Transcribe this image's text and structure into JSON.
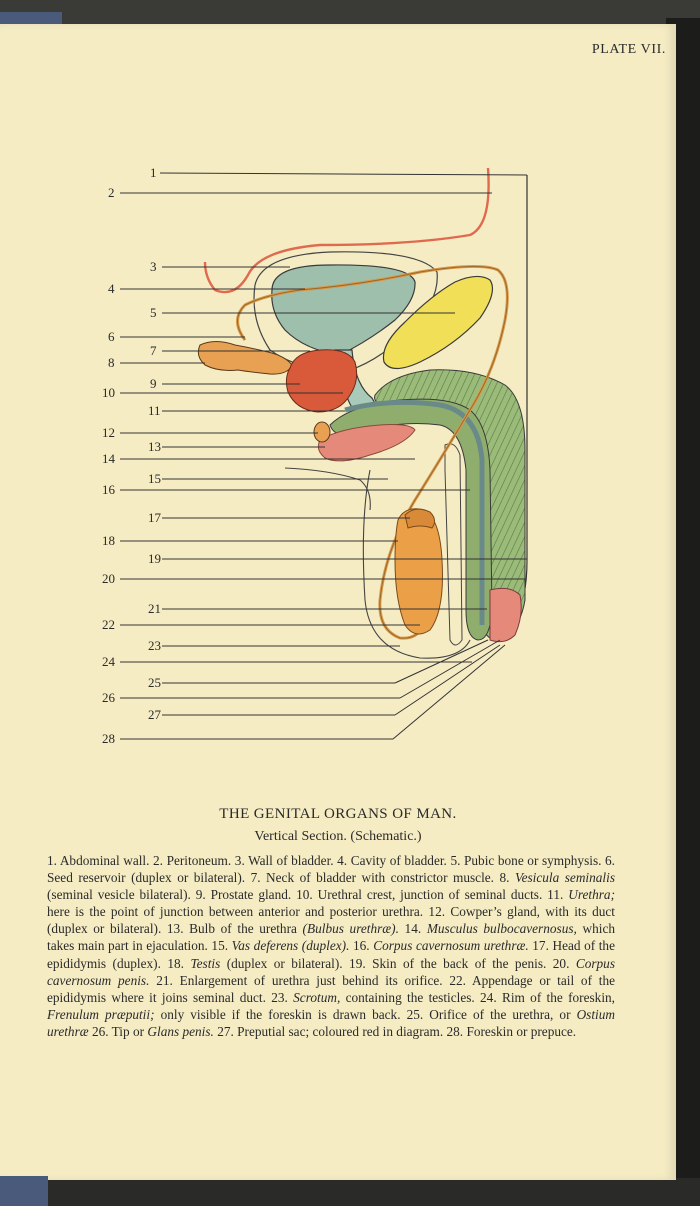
{
  "plate_label": "PLATE VII.",
  "figure": {
    "labels": [
      "1",
      "2",
      "3",
      "4",
      "5",
      "6",
      "7",
      "8",
      "9",
      "10",
      "11",
      "12",
      "13",
      "14",
      "15",
      "16",
      "17",
      "18",
      "19",
      "20",
      "21",
      "22",
      "23",
      "24",
      "25",
      "26",
      "27",
      "28"
    ],
    "colors": {
      "peritoneum": "#e06a4e",
      "bladder": "#9fbfad",
      "pubic_bone": "#f2df58",
      "seminal_vesicle": "#e8a052",
      "prostate": "#d85a3a",
      "vas_deferens": "#d9994a",
      "corpus_cavernosum": "#8fae6e",
      "urethra": "#a9c9b9",
      "testis": "#eba048",
      "prepuce": "#e58a7a"
    }
  },
  "title": "THE GENITAL ORGANS OF MAN.",
  "subtitle": "Vertical Section. (Schematic.)",
  "caption": [
    {
      "t": "1. Abdominal wall. 2. Peritoneum. 3. Wall of bladder. 4. Cavity of bladder. 5. Pubic bone or symphysis. 6. Seed reservoir (duplex or bilateral). 7. Neck of bladder with constrictor muscle. 8. "
    },
    {
      "t": "Vesicula seminalis",
      "i": true
    },
    {
      "t": " (seminal vesicle bilateral). 9. Prostate gland. 10. Urethral crest, junction of seminal ducts. 11. "
    },
    {
      "t": "Urethra;",
      "i": true
    },
    {
      "t": " here is the point of junction between anterior and posterior urethra. 12. Cowper’s gland, with its duct (duplex or bilateral). 13. Bulb of the urethra "
    },
    {
      "t": "(Bulbus urethræ).",
      "i": true
    },
    {
      "t": " 14. "
    },
    {
      "t": "Musculus bulbocavernosus,",
      "i": true
    },
    {
      "t": " which takes main part in ejaculation. 15. "
    },
    {
      "t": "Vas deferens (duplex).",
      "i": true
    },
    {
      "t": " 16. "
    },
    {
      "t": "Corpus cavernosum urethræ.",
      "i": true
    },
    {
      "t": " 17. Head of the epididymis (duplex). 18. "
    },
    {
      "t": "Testis",
      "i": true
    },
    {
      "t": " (duplex or bilateral). 19. Skin of the back of the penis. 20. "
    },
    {
      "t": "Corpus cavernosum penis.",
      "i": true
    },
    {
      "t": " 21. Enlargement of urethra just behind its orifice. 22. Appendage or tail of the epididymis where it joins seminal duct. 23. "
    },
    {
      "t": "Scrotum,",
      "i": true
    },
    {
      "t": " containing the testicles. 24. Rim of the foreskin, "
    },
    {
      "t": "Frenulum præputii;",
      "i": true
    },
    {
      "t": " only visible if the foreskin is drawn back. 25. Orifice of the urethra, or "
    },
    {
      "t": "Ostium urethræ",
      "i": true
    },
    {
      "t": " 26. Tip or "
    },
    {
      "t": "Glans penis.",
      "i": true
    },
    {
      "t": " 27. Preputial sac; coloured red in diagram. 28. Foreskin or prepuce."
    }
  ]
}
